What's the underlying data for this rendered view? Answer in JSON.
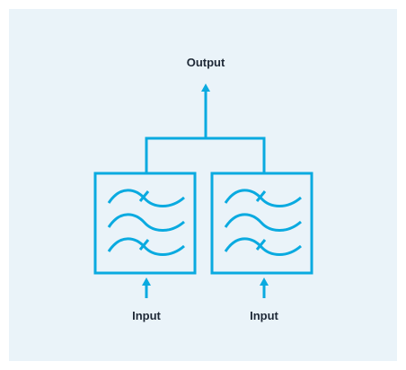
{
  "labels": {
    "output": "Output",
    "input_left": "Input",
    "input_right": "Input"
  },
  "colors": {
    "background": "#eaf3f9",
    "line": "#0aaae0",
    "text": "#1f2937"
  },
  "icons": {
    "filter_block": "filter-waves-icon",
    "arrow": "arrow-up-icon"
  }
}
